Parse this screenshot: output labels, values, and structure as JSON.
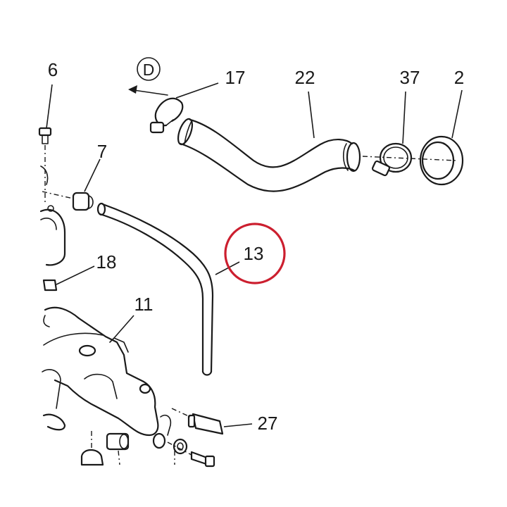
{
  "diagram": {
    "direction_marker": "D",
    "highlight_color": "#cc1f2f",
    "line_color": "#1a1a1a",
    "callouts": {
      "p6": "6",
      "p7": "7",
      "p17": "17",
      "p22": "22",
      "p37": "37",
      "p2": "2",
      "p13": "13",
      "p18": "18",
      "p11": "11",
      "p27": "27"
    },
    "highlighted_part": "13"
  }
}
